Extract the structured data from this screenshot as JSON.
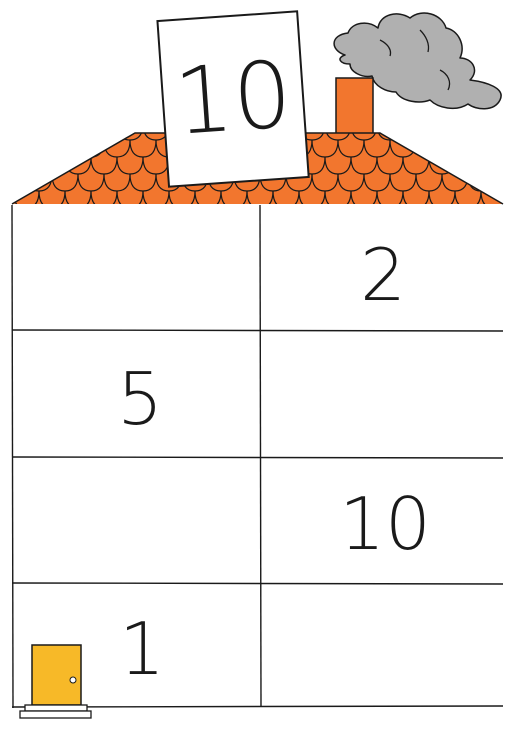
{
  "roof_sign": {
    "value": "10"
  },
  "grid": {
    "rows": [
      {
        "left": "",
        "right": "2"
      },
      {
        "left": "5",
        "right": ""
      },
      {
        "left": "",
        "right": "10"
      },
      {
        "left": "1",
        "right": ""
      }
    ]
  },
  "colors": {
    "roof": "#f2762e",
    "chimney": "#f2762e",
    "door": "#f7b928",
    "smoke": "#b0b0b0",
    "lines": "#1a1a1a"
  },
  "icons": {
    "smoke": "smoke-cloud-icon",
    "chimney": "chimney-icon",
    "door": "door-icon"
  }
}
